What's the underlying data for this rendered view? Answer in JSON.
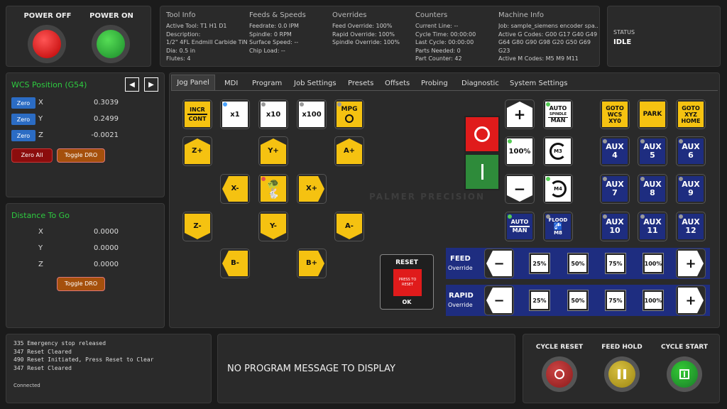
{
  "power": {
    "off_label": "POWER OFF",
    "on_label": "POWER ON"
  },
  "tool_info": {
    "header": "Tool Info",
    "lines": [
      "Active Tool: T1 H1 D1",
      "Description:",
      "1/2\" 4FL Endmill Carbide TiN",
      "Dia: 0.5 in",
      "Flutes: 4"
    ]
  },
  "feeds_speeds": {
    "header": "Feeds & Speeds",
    "lines": [
      "Feedrate: 0.0 IPM",
      "Spindle: 0 RPM",
      "Surface Speed: --",
      "Chip Load: --"
    ]
  },
  "overrides": {
    "header": "Overrides",
    "lines": [
      "Feed Override: 100%",
      "Rapid Override: 100%",
      "Spindle Override: 100%"
    ]
  },
  "counters": {
    "header": "Counters",
    "lines": [
      "Current Line: --",
      "Cycle Time: 00:00:00",
      "Last Cycle: 00:00:00",
      "Parts Needed: 0",
      "Part Counter: 42"
    ]
  },
  "machine_info": {
    "header": "Machine Info",
    "lines": [
      "Job: sample_siemens encoder spa...",
      "Active G Codes: G00 G17 G40 G49",
      "G64 G80 G90 G98 G20 G50 G69",
      "G23",
      "Active M Codes: M5 M9 M11"
    ]
  },
  "status": {
    "label": "STATUS",
    "value": "IDLE"
  },
  "wcs": {
    "title": "WCS Position (G54)",
    "axes": [
      {
        "axis": "X",
        "value": "0.3039"
      },
      {
        "axis": "Y",
        "value": "0.2499"
      },
      {
        "axis": "Z",
        "value": "-0.0021"
      }
    ],
    "zero_label": "Zero",
    "zero_all": "Zero All",
    "toggle_dro": "Toggle DRO",
    "prev": "◀",
    "next": "▶"
  },
  "dtg": {
    "title": "Distance To Go",
    "axes": [
      {
        "axis": "X",
        "value": "0.0000"
      },
      {
        "axis": "Y",
        "value": "0.0000"
      },
      {
        "axis": "Z",
        "value": "0.0000"
      }
    ],
    "toggle_dro": "Toggle DRO"
  },
  "tabs": [
    "Jog Panel",
    "MDI",
    "Program",
    "Job Settings",
    "Presets",
    "Offsets",
    "Probing",
    "Diagnostic",
    "System Settings"
  ],
  "jog": {
    "incr": "INCR",
    "cont": "CONT",
    "x1": "x1",
    "x10": "x10",
    "x100": "x100",
    "mpg": "MPG",
    "zp": "Z+",
    "yp": "Y+",
    "ap": "A+",
    "xm": "X-",
    "xp": "X+",
    "zm": "Z-",
    "ym": "Y-",
    "am": "A-",
    "bm": "B-",
    "bp": "B+"
  },
  "reset": {
    "label": "RESET",
    "inner": "PRESS TO RESET",
    "ok": "OK"
  },
  "spindle": {
    "auto": "AUTO",
    "spindle": "SPINDLE",
    "man": "MAN",
    "pct": "100%",
    "m3": "M3",
    "m4": "M4",
    "plus": "+",
    "minus": "−"
  },
  "coolant": {
    "auto": "AUTO",
    "man": "MAN",
    "flood": "FLOOD",
    "m8": "M8"
  },
  "goto": {
    "wcs": "GOTO WCS XY0",
    "park": "PARK",
    "home": "GOTO XYZ HOME"
  },
  "aux": [
    "AUX 4",
    "AUX 5",
    "AUX 6",
    "AUX 7",
    "AUX 8",
    "AUX 9",
    "AUX 10",
    "AUX 11",
    "AUX 12"
  ],
  "feed_override": {
    "title": "FEED",
    "sub": "Override",
    "values": [
      "25%",
      "50%",
      "75%",
      "100%"
    ]
  },
  "rapid_override": {
    "title": "RAPID",
    "sub": "Override",
    "values": [
      "25%",
      "50%",
      "75%",
      "100%"
    ]
  },
  "watermark": "PALMER PRECISION",
  "messages": {
    "lines": [
      "335 Emergency stop released",
      "347 Reset Cleared",
      "490 Reset Initiated, Press Reset to Clear",
      "347 Reset Cleared"
    ],
    "connection": "Connected"
  },
  "program_message": "NO PROGRAM MESSAGE TO DISPLAY",
  "cycle": {
    "reset": "CYCLE RESET",
    "hold": "FEED HOLD",
    "start": "CYCLE START"
  },
  "colors": {
    "yellow": "#f5c211",
    "blue": "#1e2d80",
    "red": "#d32f2f",
    "green": "#2e9e3a",
    "accent_green": "#2ecc40"
  }
}
